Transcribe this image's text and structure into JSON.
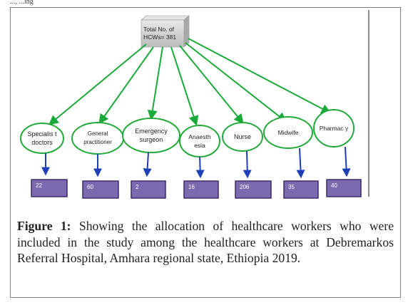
{
  "header_fragment": "...,  ...ing",
  "total": {
    "label": "Total No. of HCWs= 381"
  },
  "categories": [
    {
      "name": "Specialis t doctors",
      "count": "22"
    },
    {
      "name": "General practitioner",
      "count": "60"
    },
    {
      "name": "Emergency surgeon",
      "count": "2"
    },
    {
      "name": "Anaesth esia",
      "count": "16"
    },
    {
      "name": "Nurse",
      "count": "206"
    },
    {
      "name": "Midwife",
      "count": "35"
    },
    {
      "name": "Pharmac y",
      "count": "40"
    }
  ],
  "caption": {
    "label": "Figure 1:",
    "text": " Showing the allocation of healthcare workers who were included in the study among the healthcare workers at Debremarkos Referral Hospital, Amhara regional state, Ethiopia 2019."
  },
  "colors": {
    "arrow": "#1aaa3a",
    "oval_border": "#22aa3a",
    "count_box": "#7b6ab0",
    "count_border": "#3a2a6a",
    "blue_arrow": "#1f3fb8"
  }
}
